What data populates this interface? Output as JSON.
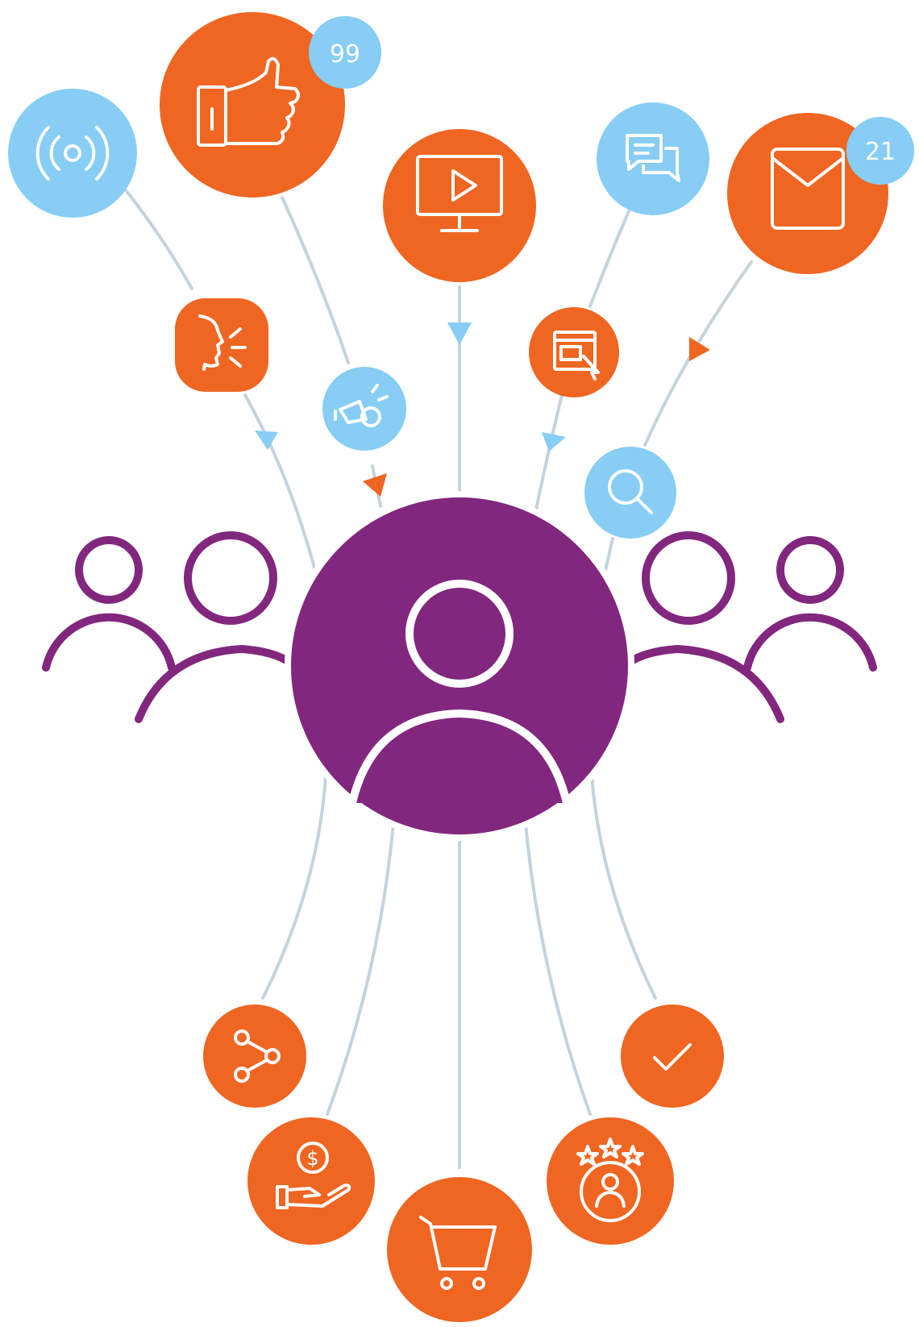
{
  "colors": {
    "orange": "#ee6622",
    "light_blue": "#87cdf4",
    "purple": "#82277e",
    "connector": "#c4d3dc",
    "white": "#ffffff"
  },
  "badges": {
    "likes": "99",
    "mail": "21"
  },
  "nodes": [
    {
      "name": "broadcast-icon",
      "color": "light_blue"
    },
    {
      "name": "thumbs-up-icon",
      "color": "orange"
    },
    {
      "name": "video-screen-icon",
      "color": "orange"
    },
    {
      "name": "chat-bubbles-icon",
      "color": "light_blue"
    },
    {
      "name": "mail-icon",
      "color": "orange"
    },
    {
      "name": "speaking-head-icon",
      "color": "orange"
    },
    {
      "name": "paid-promotion-icon",
      "color": "light_blue"
    },
    {
      "name": "web-click-icon",
      "color": "orange"
    },
    {
      "name": "search-icon",
      "color": "light_blue"
    },
    {
      "name": "central-user-icon",
      "color": "purple"
    },
    {
      "name": "share-icon",
      "color": "orange"
    },
    {
      "name": "money-hand-icon",
      "color": "orange"
    },
    {
      "name": "shopping-cart-icon",
      "color": "orange"
    },
    {
      "name": "star-rating-user-icon",
      "color": "orange"
    },
    {
      "name": "checkmark-icon",
      "color": "orange"
    }
  ]
}
